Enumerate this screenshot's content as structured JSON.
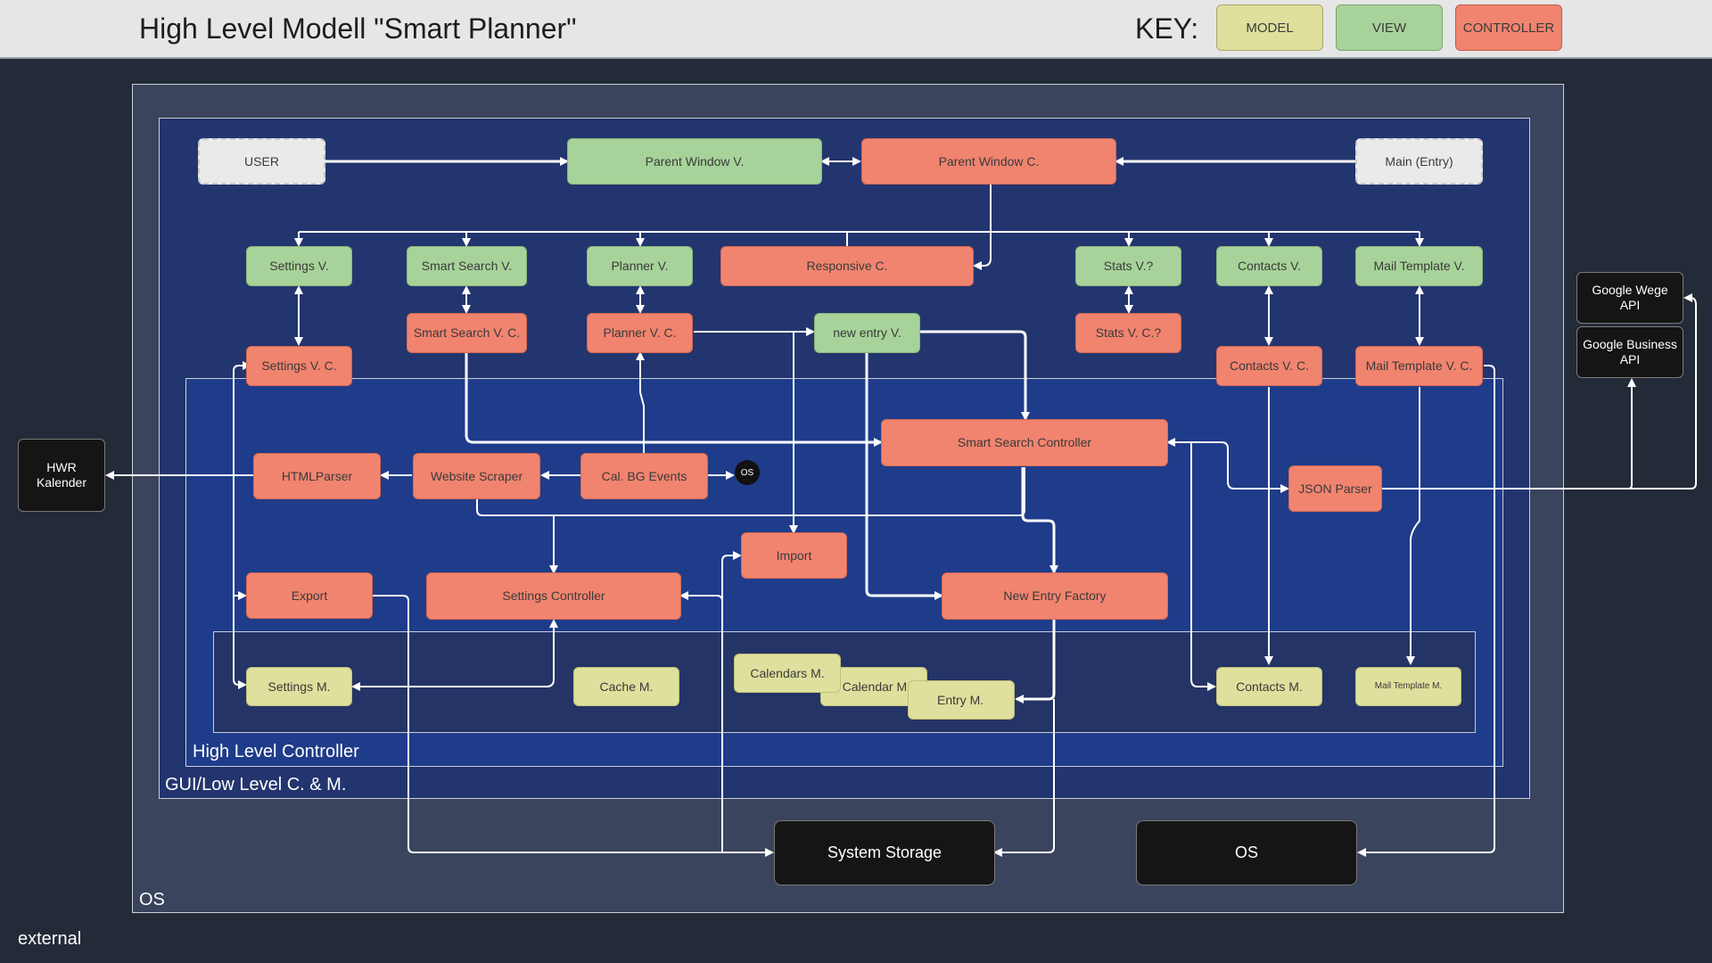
{
  "header": {
    "title": "High Level Modell \"Smart Planner\"",
    "key_label": "KEY:",
    "key": {
      "model": "MODEL",
      "view": "VIEW",
      "controller": "CONTROLLER"
    }
  },
  "colors": {
    "model": "#dfe09d",
    "view": "#a7d39a",
    "controller": "#f1846f",
    "region_os": "#3a445c",
    "region_gui": "#23356e",
    "region_hlc": "#1f3c8a",
    "background": "#232b38"
  },
  "regions": {
    "external": "external",
    "os": "OS",
    "gui": "GUI/Low Level C. & M.",
    "hlc": "High Level Controller"
  },
  "nodes": {
    "user": "USER",
    "parent_window_v": "Parent Window V.",
    "parent_window_c": "Parent Window C.",
    "main_entry": "Main (Entry)",
    "settings_v": "Settings V.",
    "smart_search_v": "Smart Search V.",
    "planner_v": "Planner V.",
    "responsive_c": "Responsive C.",
    "stats_v": "Stats V.?",
    "contacts_v": "Contacts V.",
    "mail_template_v": "Mail Template V.",
    "smart_search_vc": "Smart Search V. C.",
    "planner_vc": "Planner V. C.",
    "new_entry_v": "new entry V.",
    "stats_vc": "Stats V. C.?",
    "settings_vc": "Settings V. C.",
    "contacts_vc": "Contacts V. C.",
    "mail_template_vc": "Mail Template V. C.",
    "smart_search_controller": "Smart Search Controller",
    "html_parser": "HTMLParser",
    "website_scraper": "Website Scraper",
    "cal_bg_events": "Cal. BG Events",
    "os_badge": "OS",
    "json_parser": "JSON Parser",
    "import": "Import",
    "export": "Export",
    "settings_controller": "Settings Controller",
    "new_entry_factory": "New Entry Factory",
    "settings_m": "Settings M.",
    "cache_m": "Cache M.",
    "calendars_m": "Calendars M.",
    "calendar_m": "Calendar M.",
    "entry_m": "Entry M.",
    "contacts_m": "Contacts M.",
    "mail_template_m": "Mail Template M.",
    "hwr_kalender": "HWR Kalender",
    "google_wege_api": "Google Wege API",
    "google_business_api": "Google Business API",
    "system_storage": "System Storage",
    "os_box": "OS"
  }
}
